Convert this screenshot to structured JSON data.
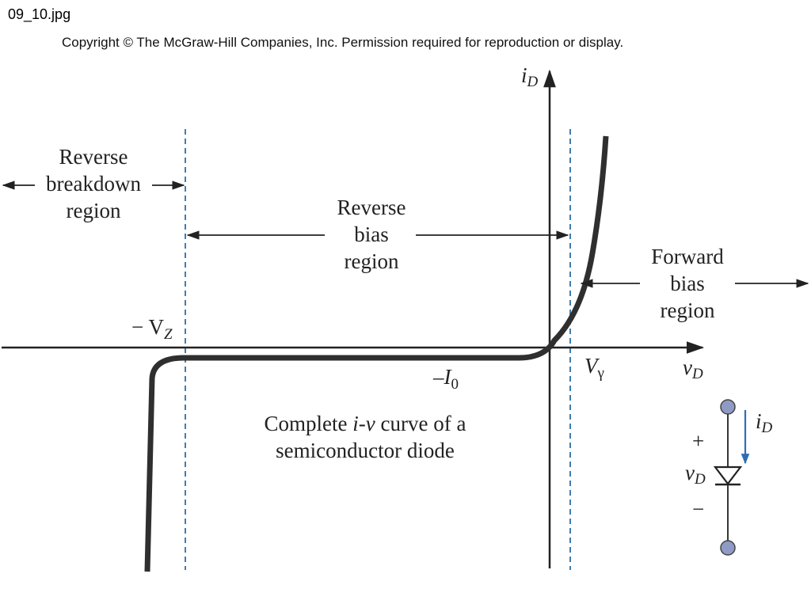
{
  "page": {
    "filename": "09_10.jpg",
    "copyright": "Copyright © The McGraw-Hill Companies, Inc. Permission required for reproduction or display."
  },
  "axes": {
    "y_label_main": "i",
    "y_label_sub": "D",
    "x_label_main": "v",
    "x_label_sub": "D"
  },
  "regions": {
    "reverse_breakdown": [
      "Reverse",
      "breakdown",
      "region"
    ],
    "reverse_bias": [
      "Reverse",
      "bias",
      "region"
    ],
    "forward_bias": [
      "Forward",
      "bias",
      "region"
    ]
  },
  "markers": {
    "neg_vz_prefix": "− V",
    "neg_vz_sub": "Z",
    "neg_i0_prefix": "–I",
    "neg_i0_sub": "0",
    "vgamma_main": "V",
    "vgamma_sub": "γ"
  },
  "caption": {
    "line1_before": "Complete ",
    "line1_italic": "i-v",
    "line1_after": " curve of a",
    "line2": "semiconductor diode"
  },
  "diode_symbol": {
    "plus": "+",
    "minus": "−",
    "v_main": "v",
    "v_sub": "D",
    "i_main": "i",
    "i_sub": "D",
    "current_arrow_color": "#2f6db3",
    "terminal_color": "#8f9bc4"
  }
}
